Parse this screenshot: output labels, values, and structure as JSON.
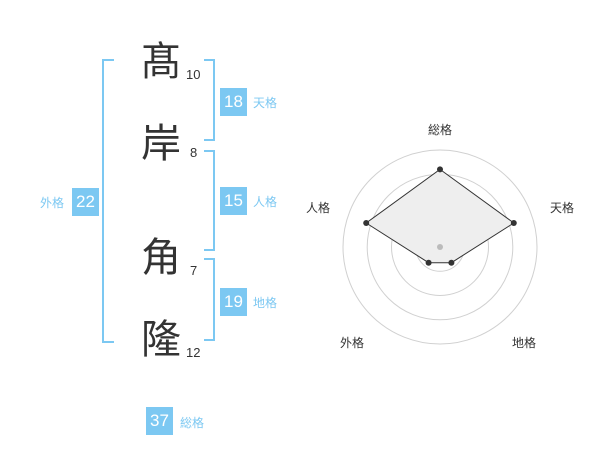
{
  "name": {
    "chars": [
      {
        "char": "髙",
        "strokes": "10"
      },
      {
        "char": "岸",
        "strokes": "8"
      },
      {
        "char": "角",
        "strokes": "7"
      },
      {
        "char": "隆",
        "strokes": "12"
      }
    ]
  },
  "kaku": {
    "tenkaku": {
      "value": "18",
      "label": "天格"
    },
    "jinkaku": {
      "value": "15",
      "label": "人格"
    },
    "chikaku": {
      "value": "19",
      "label": "地格"
    },
    "gaikaku": {
      "value": "22",
      "label": "外格"
    },
    "soukaku": {
      "value": "37",
      "label": "総格"
    }
  },
  "colors": {
    "accent": "#7cc8f2",
    "text": "#333333",
    "grid": "#d0d0d0",
    "fill": "#eeeeee"
  },
  "chart_data": {
    "type": "radar",
    "axes": [
      "総格",
      "天格",
      "地格",
      "外格",
      "人格"
    ],
    "values": [
      4,
      4,
      1,
      1,
      4
    ],
    "max": 5,
    "rings": 4
  }
}
